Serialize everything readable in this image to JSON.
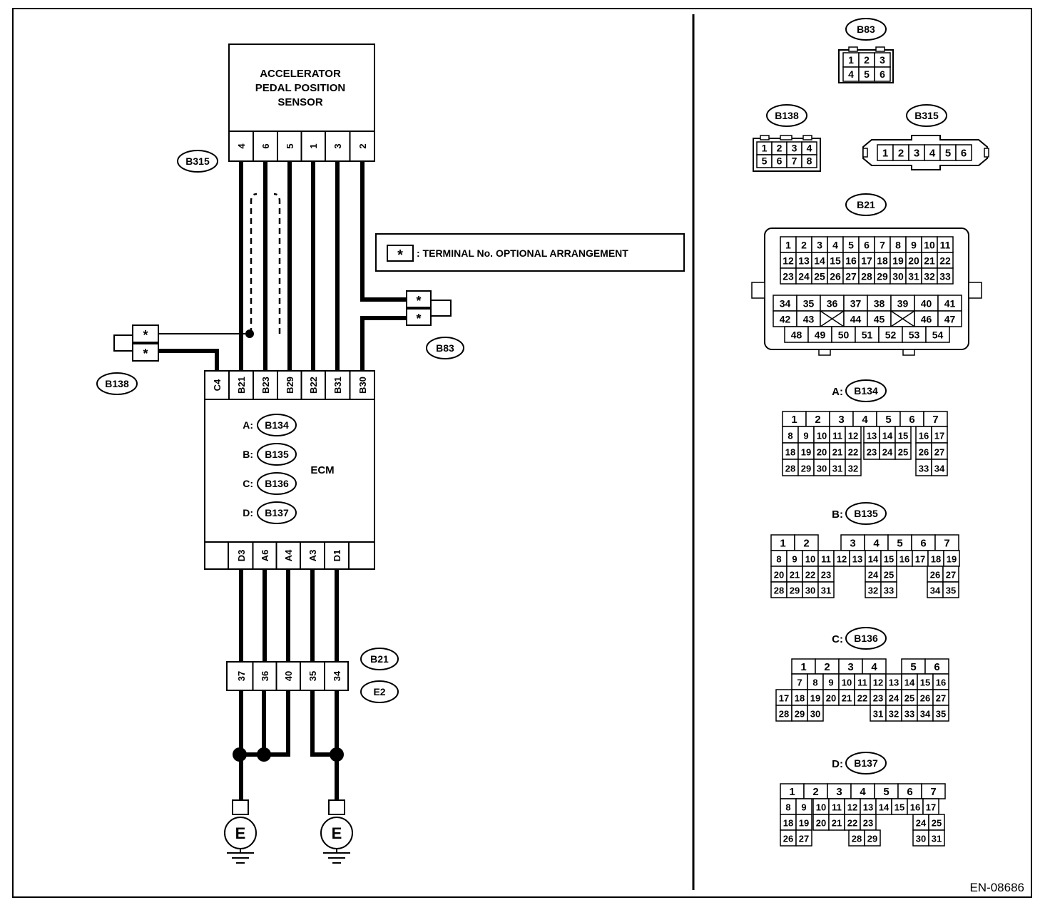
{
  "sensor": {
    "title_lines": [
      "ACCELERATOR",
      "PEDAL POSITION",
      "SENSOR"
    ],
    "pins": [
      "4",
      "6",
      "5",
      "1",
      "3",
      "2"
    ],
    "connector": "B315"
  },
  "legend": {
    "symbol": "*",
    "text": ": TERMINAL No. OPTIONAL ARRANGEMENT"
  },
  "b83_joint": {
    "pins": [
      "*",
      "*"
    ],
    "connector": "B83"
  },
  "b138_joint": {
    "pins": [
      "*",
      "*"
    ],
    "connector": "B138"
  },
  "ecm": {
    "label": "ECM",
    "top_pins": [
      "C4",
      "B21",
      "B23",
      "B29",
      "B22",
      "B31",
      "B30"
    ],
    "bottom_pins": [
      "D3",
      "A6",
      "A4",
      "A3",
      "D1"
    ],
    "connectors": [
      {
        "prefix": "A:",
        "id": "B134"
      },
      {
        "prefix": "B:",
        "id": "B135"
      },
      {
        "prefix": "C:",
        "id": "B136"
      },
      {
        "prefix": "D:",
        "id": "B137"
      }
    ]
  },
  "junction": {
    "pins": [
      "37",
      "36",
      "40",
      "35",
      "34"
    ],
    "connectors": [
      "B21",
      "E2"
    ]
  },
  "grounds": [
    "E",
    "E"
  ],
  "connector_views": {
    "b83": {
      "label": "B83",
      "rows": [
        [
          "1",
          "2",
          "3"
        ],
        [
          "4",
          "5",
          "6"
        ]
      ]
    },
    "b138": {
      "label": "B138",
      "rows": [
        [
          "1",
          "2",
          "3",
          "4"
        ],
        [
          "5",
          "6",
          "7",
          "8"
        ]
      ]
    },
    "b315": {
      "label": "B315",
      "rows": [
        [
          "1",
          "2",
          "3",
          "4",
          "5",
          "6"
        ]
      ]
    },
    "b21": {
      "label": "B21",
      "upper_rows": [
        [
          "1",
          "2",
          "3",
          "4",
          "5",
          "6",
          "7",
          "8",
          "9",
          "10",
          "11"
        ],
        [
          "12",
          "13",
          "14",
          "15",
          "16",
          "17",
          "18",
          "19",
          "20",
          "21",
          "22"
        ],
        [
          "23",
          "24",
          "25",
          "26",
          "27",
          "28",
          "29",
          "30",
          "31",
          "32",
          "33"
        ]
      ],
      "lower_rows": [
        [
          "34",
          "35",
          "36",
          "37",
          "38",
          "39",
          "40",
          "41"
        ],
        [
          "42",
          "43",
          "",
          "44",
          "45",
          "",
          "46",
          "47"
        ],
        [
          "48",
          "49",
          "50",
          "51",
          "52",
          "53",
          "54"
        ]
      ]
    },
    "b134": {
      "prefix": "A:",
      "label": "B134",
      "rows": [
        [
          "1",
          "2",
          "3",
          "4",
          "5",
          "6",
          "7"
        ],
        [
          "8",
          "9",
          "10",
          "11",
          "12",
          "13",
          "14",
          "15",
          "16",
          "17"
        ],
        [
          "18",
          "19",
          "20",
          "21",
          "22",
          "23",
          "24",
          "25",
          "26",
          "27"
        ],
        [
          "28",
          "29",
          "30",
          "31",
          "32",
          "33",
          "34"
        ]
      ]
    },
    "b135": {
      "prefix": "B:",
      "label": "B135",
      "rows": [
        [
          "1",
          "2",
          "3",
          "4",
          "5",
          "6",
          "7"
        ],
        [
          "8",
          "9",
          "10",
          "11",
          "12",
          "13",
          "14",
          "15",
          "16",
          "17",
          "18",
          "19"
        ],
        [
          "20",
          "21",
          "22",
          "23",
          "24",
          "25",
          "26",
          "27"
        ],
        [
          "28",
          "29",
          "30",
          "31",
          "32",
          "33",
          "34",
          "35"
        ]
      ]
    },
    "b136": {
      "prefix": "C:",
      "label": "B136",
      "rows": [
        [
          "1",
          "2",
          "3",
          "4",
          "5",
          "6"
        ],
        [
          "7",
          "8",
          "9",
          "10",
          "11",
          "12",
          "13",
          "14",
          "15",
          "16"
        ],
        [
          "17",
          "18",
          "19",
          "20",
          "21",
          "22",
          "23",
          "24",
          "25",
          "26",
          "27"
        ],
        [
          "28",
          "29",
          "30",
          "31",
          "32",
          "33",
          "34",
          "35"
        ]
      ]
    },
    "b137": {
      "prefix": "D:",
      "label": "B137",
      "rows": [
        [
          "1",
          "2",
          "3",
          "4",
          "5",
          "6",
          "7"
        ],
        [
          "8",
          "9",
          "10",
          "11",
          "12",
          "13",
          "14",
          "15",
          "16",
          "17"
        ],
        [
          "18",
          "19",
          "20",
          "21",
          "22",
          "23",
          "24",
          "25"
        ],
        [
          "26",
          "27",
          "28",
          "29",
          "30",
          "31"
        ]
      ]
    }
  },
  "figure_id": "EN-08686"
}
